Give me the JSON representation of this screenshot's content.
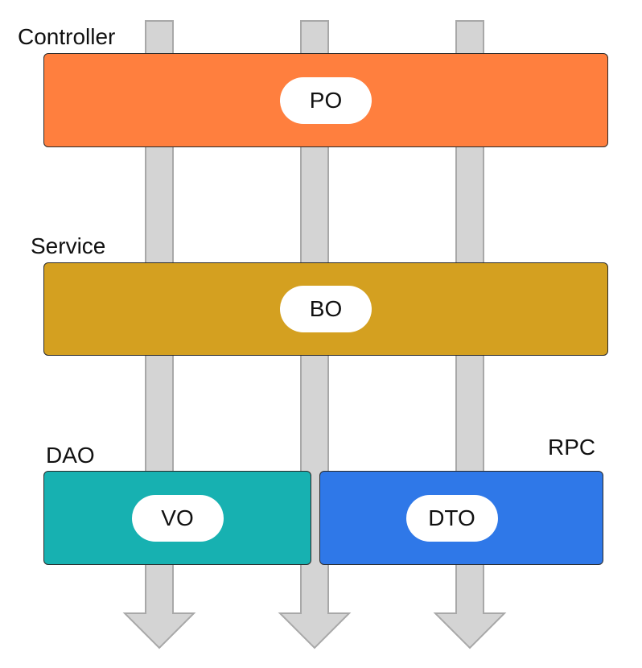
{
  "layers": {
    "controller": {
      "label": "Controller",
      "object": "PO",
      "color": "#ff7f3e"
    },
    "service": {
      "label": "Service",
      "object": "BO",
      "color": "#d4a020"
    },
    "dao": {
      "label": "DAO",
      "object": "VO",
      "color": "#17b1b1"
    },
    "rpc": {
      "label": "RPC",
      "object": "DTO",
      "color": "#2f78e8"
    }
  },
  "arrow_color": "#d4d4d4",
  "arrow_count": 3
}
